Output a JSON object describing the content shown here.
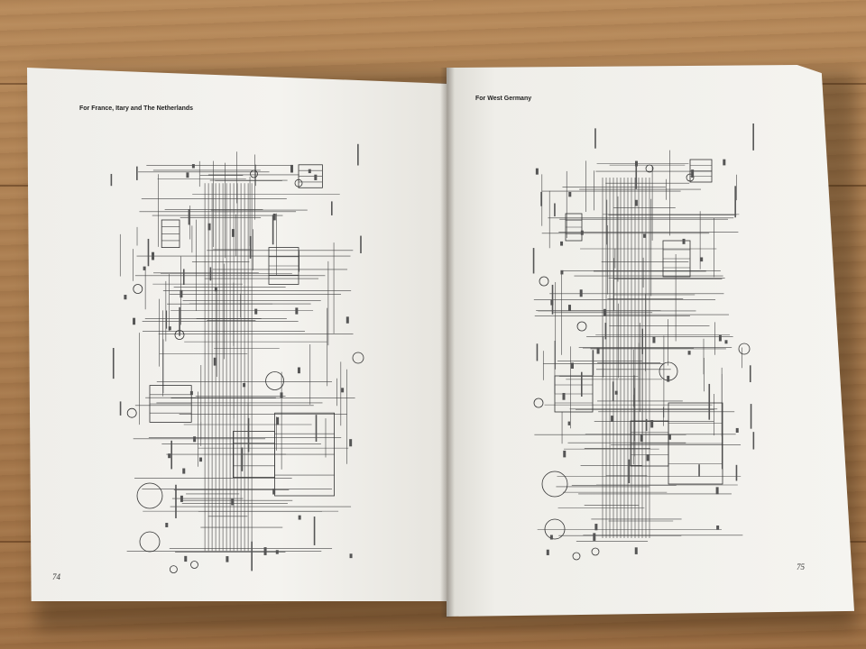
{
  "left_page": {
    "heading": "For France, Itary and The Netherlands",
    "page_number": "74"
  },
  "right_page": {
    "heading": "For West Germany",
    "page_number": "75"
  },
  "colors": {
    "table_wood": "#a97c4f",
    "paper": "#f4f3ef",
    "ink": "#444444"
  }
}
